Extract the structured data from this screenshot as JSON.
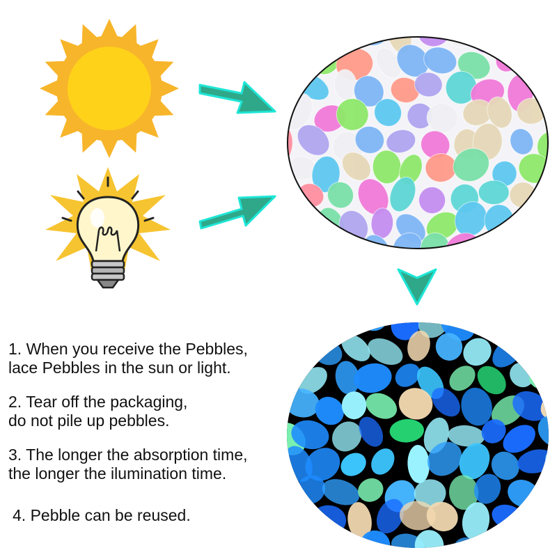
{
  "instructions": [
    {
      "lines": [
        "1. When you receive the Pebbles,",
        "lace Pebbles in the sun or light."
      ]
    },
    {
      "lines": [
        "2. Tear off the packaging,",
        "do not pile up pebbles."
      ]
    },
    {
      "lines": [
        "3. The longer the absorption time,",
        "the longer the ilumination time."
      ]
    },
    {
      "lines": [
        "4. Pebble can be reused."
      ]
    }
  ],
  "icons": {
    "sun": "sun-icon",
    "bulb": "light-bulb-icon",
    "arrow": "arrow-icon"
  },
  "colors": {
    "sun_outer": "#f7b52b",
    "sun_inner": "#ffd21a",
    "arrow": "#2fa88a",
    "arrow_outline": "#1ee6d6",
    "text": "#111111",
    "glow_background": "#000000"
  }
}
